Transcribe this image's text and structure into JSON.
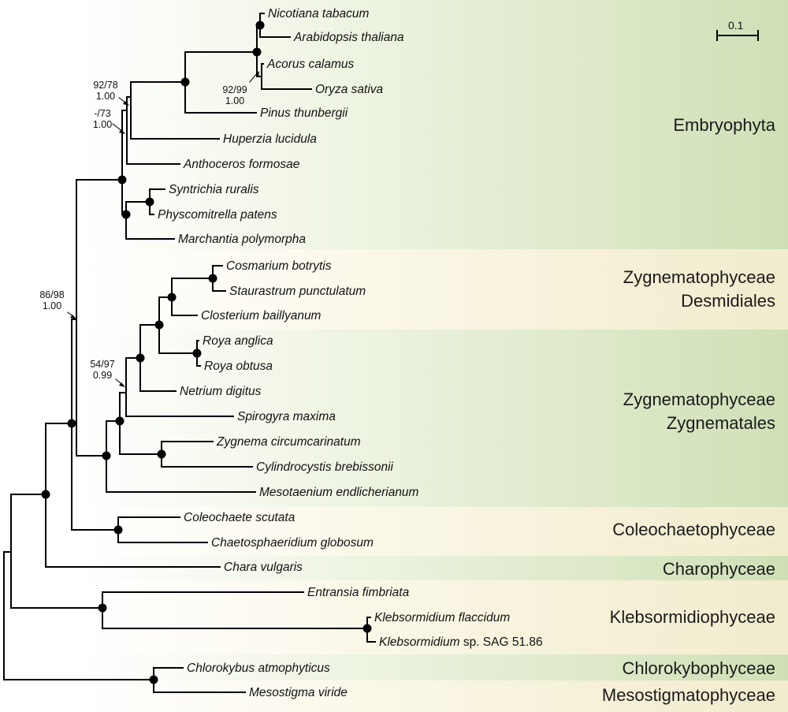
{
  "clades": {
    "embryophyta": "Embryophyta",
    "desmidiales": [
      "Zygnematophyceae",
      "Desmidiales"
    ],
    "zygnematales": [
      "Zygnematophyceae",
      "Zygnematales"
    ],
    "coleochaetophyceae": "Coleochaetophyceae",
    "charophyceae": "Charophyceae",
    "klebsormidiophyceae": "Klebsormidiophyceae",
    "chlorokybophyceae": "Chlorokybophyceae",
    "mesostigmatophyceae": "Mesostigmatophyceae"
  },
  "taxa": {
    "nicotiana": "Nicotiana tabacum",
    "arabidopsis": "Arabidopsis thaliana",
    "acorus": "Acorus calamus",
    "oryza": "Oryza sativa",
    "pinus": "Pinus thunbergii",
    "huperzia": "Huperzia lucidula",
    "anthoceros": "Anthoceros formosae",
    "syntrichia": "Syntrichia ruralis",
    "physcomitrella": "Physcomitrella patens",
    "marchantia": "Marchantia polymorpha",
    "cosmarium": "Cosmarium botrytis",
    "staurastrum": "Staurastrum punctulatum",
    "closterium": "Closterium baillyanum",
    "roya_anglica": "Roya anglica",
    "roya_obtusa": "Roya obtusa",
    "netrium": "Netrium digitus",
    "spirogyra": "Spirogyra maxima",
    "zygnema": "Zygnema circumcarinatum",
    "cylindrocystis": "Cylindrocystis brebissonii",
    "mesotaenium": "Mesotaenium endlicherianum",
    "coleochaete": "Coleochaete scutata",
    "chaetosphaeridium": "Chaetosphaeridium globosum",
    "chara": "Chara vulgaris",
    "entransia": "Entransia fimbriata",
    "klebs_flaccidum": "Klebsormidium flaccidum",
    "klebs_sag_genus": "Klebsormidium",
    "klebs_sag_rest": " sp. SAG 51.86",
    "chlorokybus": "Chlorokybus atmophyticus",
    "mesostigma": "Mesostigma viride"
  },
  "supports": {
    "s1": [
      "92/78",
      "1.00"
    ],
    "s2": [
      "-/73",
      "1.00"
    ],
    "s3": [
      "92/99",
      "1.00"
    ],
    "s4": [
      "86/98",
      "1.00"
    ],
    "s5": [
      "54/97",
      "0.99"
    ]
  },
  "scale_bar": "0.1",
  "colors": {
    "green_band": "#cfe0b6",
    "cream_band": "#f2ecce",
    "branch": "#000000"
  }
}
